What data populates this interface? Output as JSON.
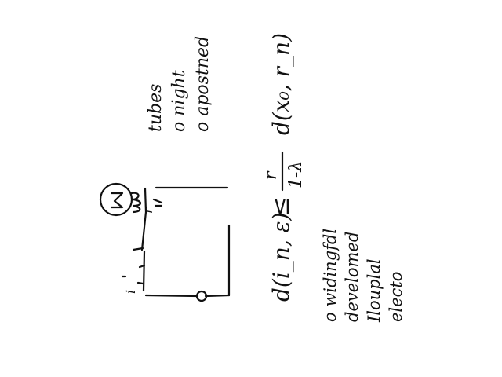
{
  "notes": {
    "list_top": [
      "tubes",
      "o night",
      "o apostned"
    ],
    "list_bottom": [
      "o widingfdl",
      "develomed",
      "Ilouplal",
      "electo"
    ],
    "formula": {
      "left": "d(i_n, ε)",
      "relation": "≤",
      "fraction_numerator": "r",
      "fraction_denominator": "1-λ",
      "right": "d(x₀, r_n)"
    },
    "diagram": {
      "label_r": "r",
      "label_i": "i"
    }
  },
  "ink_color": "#111111"
}
